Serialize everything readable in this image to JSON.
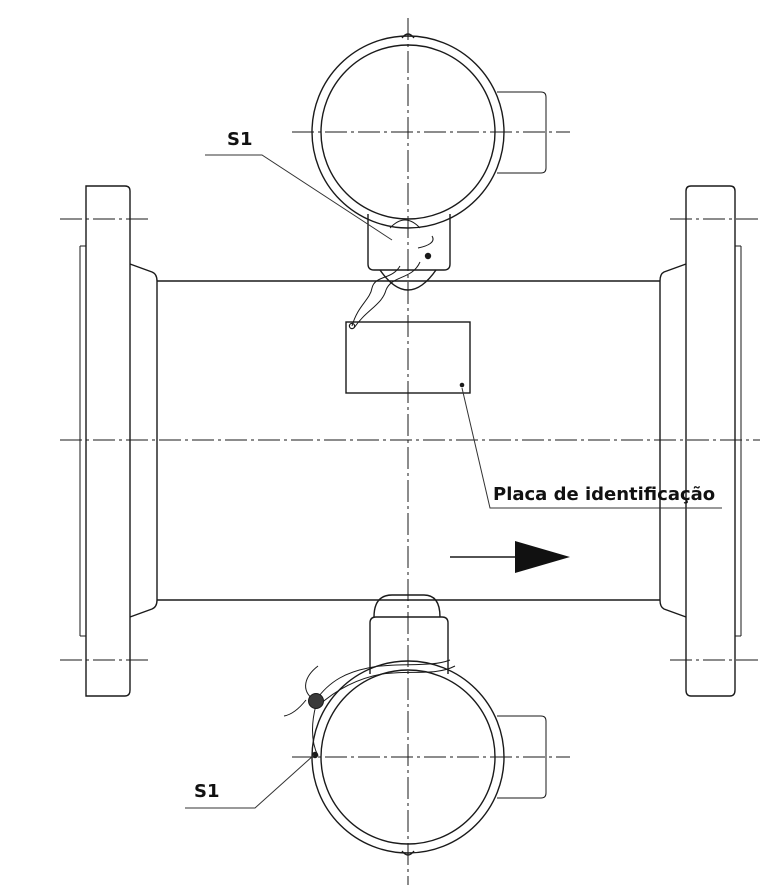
{
  "labels": {
    "seal_top": "S1",
    "seal_bottom": "S1",
    "nameplate": "Placa de identificação"
  },
  "colors": {
    "line": "#1a1a1a",
    "background": "#ffffff"
  },
  "icons": {
    "flow_direction": "arrow-right-icon"
  }
}
